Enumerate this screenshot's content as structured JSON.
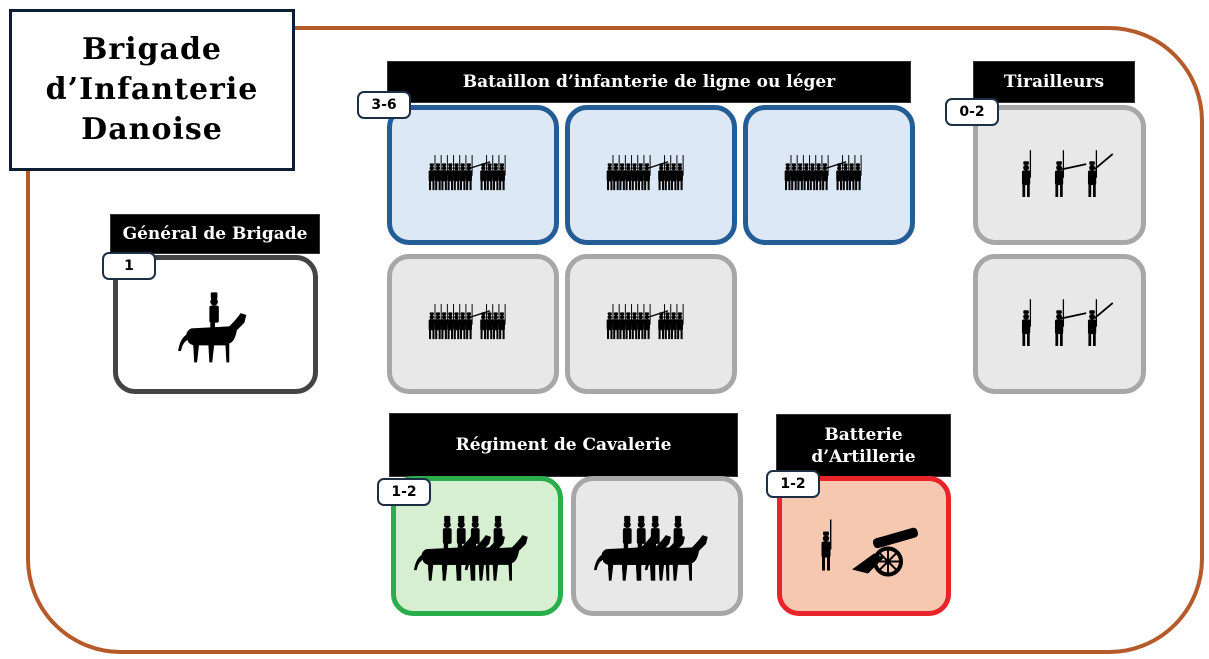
{
  "title": "Brigade\nd’Infanterie\nDanoise",
  "general": {
    "header": "Général de Brigade",
    "badge": "1",
    "icon": "horseman-icon"
  },
  "infantry": {
    "header": "Bataillon d’infanterie de ligne ou léger",
    "badge": "3-6",
    "icon": "infantry-line-icon"
  },
  "skirmishers": {
    "header": "Tirailleurs",
    "badge": "0-2",
    "icon": "skirmishers-icon"
  },
  "cavalry": {
    "header": "Régiment de Cavalerie",
    "badge": "1-2",
    "icon": "cavalry-icon"
  },
  "artillery": {
    "header": "Batterie\nd’Artillerie",
    "badge": "1-2",
    "icon": "cannon-icon"
  },
  "colors": {
    "frame": "#b55a2a",
    "blue_card": "#dce8f5",
    "blue_border": "#245c95",
    "gray_card": "#e8e8e8",
    "gray_border": "#a7a7a7",
    "green_card": "#d6efd0",
    "green_border": "#2aad4c",
    "red_card": "#f5c8af",
    "red_border": "#e8232a"
  }
}
